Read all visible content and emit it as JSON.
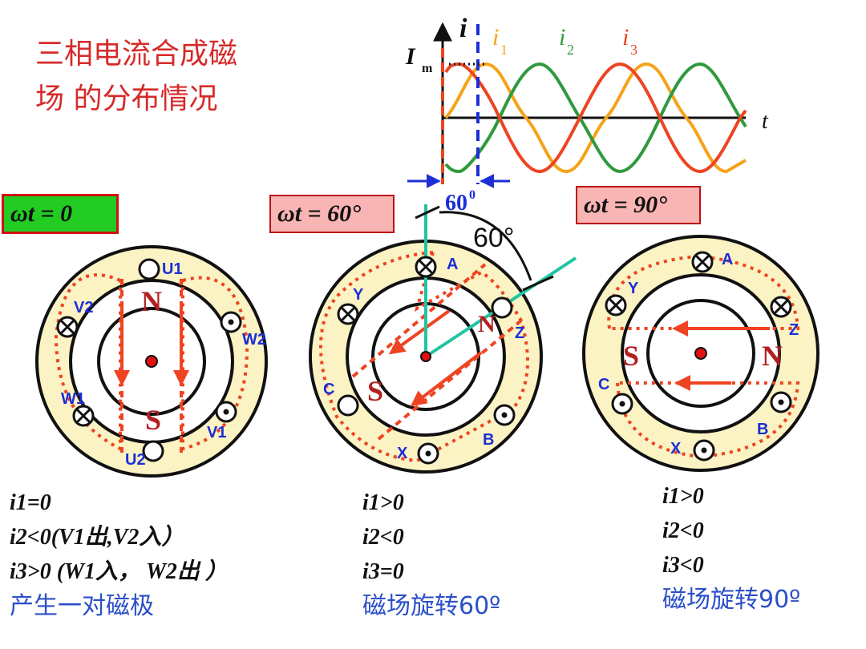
{
  "title": {
    "line1": "三相电流合成磁",
    "line2": "场 的分布情况"
  },
  "waveform": {
    "axis_y": "i",
    "axis_x": "t",
    "im_label": "I",
    "im_sub": "m",
    "i1": "i",
    "i1_sub": "1",
    "i2": "i",
    "i2_sub": "2",
    "i3": "i",
    "i3_sub": "3",
    "shift_label": "60",
    "shift_sup": "0",
    "colors": {
      "i1": "#f5a31a",
      "i2": "#2e9a3c",
      "i3": "#ee4422"
    }
  },
  "states": {
    "t0": {
      "label": "ωt = 0"
    },
    "t60": {
      "label": "ωt = 60°",
      "angle": "60°"
    },
    "t90": {
      "label": "ωt = 90°"
    }
  },
  "motor1": {
    "coils": [
      "U1",
      "V2",
      "W2",
      "W1",
      "V1",
      "U2"
    ],
    "north": "N",
    "south": "S"
  },
  "motor2": {
    "coils": [
      "A",
      "Y",
      "Z",
      "C",
      "B",
      "X"
    ],
    "north": "N",
    "south": "S"
  },
  "motor3": {
    "coils": [
      "A",
      "Y",
      "Z",
      "C",
      "B",
      "X"
    ],
    "north": "N",
    "south": "S"
  },
  "captions": {
    "c1": {
      "l1": "i1=0",
      "l2": "i2<0(V1出,V2入）",
      "l3": "i3>0 (W1入， W2出 ）",
      "l4": "产生一对磁极"
    },
    "c2": {
      "l1": "i1>0",
      "l2": "i2<0",
      "l3": "i3=0",
      "l4": "磁场旋转60º"
    },
    "c3": {
      "l1": "i1>0",
      "l2": "i2<0",
      "l3": "i3<0",
      "l4": "磁场旋转90º"
    }
  }
}
